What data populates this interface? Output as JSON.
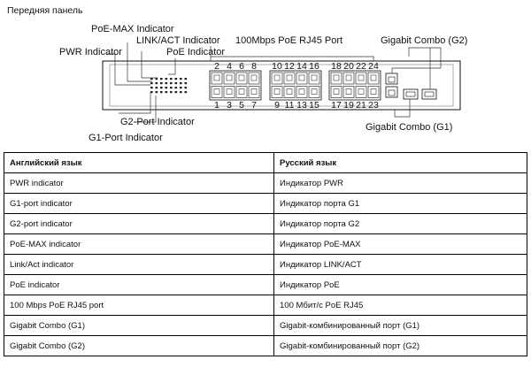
{
  "section_title": "Передняя панель",
  "diagram": {
    "labels": {
      "poe_max": "PoE-MAX Indicator",
      "link_act": "LINK/ACT Indicator",
      "poe": "PoE Indicator",
      "pwr": "PWR Indicator",
      "rj45": "100Mbps PoE RJ45 Port",
      "g2_combo": "Gigabit Combo (G2)",
      "g1_combo": "Gigabit Combo (G1)",
      "g2_port": "G2-Port Indicator",
      "g1_port": "G1-Port Indicator"
    },
    "top_port_numbers": [
      "2",
      "4",
      "6",
      "8",
      "10",
      "12",
      "14",
      "16",
      "18",
      "20",
      "22",
      "24"
    ],
    "bottom_port_numbers": [
      "1",
      "3",
      "5",
      "7",
      "9",
      "11",
      "13",
      "15",
      "17",
      "19",
      "21",
      "23"
    ]
  },
  "table": {
    "headers": [
      "Английский язык",
      "Русский язык"
    ],
    "rows": [
      [
        "PWR indicator",
        "Индикатор PWR"
      ],
      [
        "G1-port indicator",
        "Индикатор порта G1"
      ],
      [
        "G2-port indicator",
        "Индикатор порта G2"
      ],
      [
        "PoE-MAX indicator",
        "Индикатор PoE-MAX"
      ],
      [
        "Link/Act indicator",
        "Индикатор LINK/ACT"
      ],
      [
        "PoE indicator",
        "Индикатор PoE"
      ],
      [
        "100 Mbps PoE RJ45 port",
        "100 Мбит/с PoE RJ45"
      ],
      [
        "Gigabit Combo (G1)",
        "Gigabit-комбинированный порт (G1)"
      ],
      [
        "Gigabit Combo (G2)",
        "Gigabit-комбинированный порт (G2)"
      ]
    ]
  }
}
